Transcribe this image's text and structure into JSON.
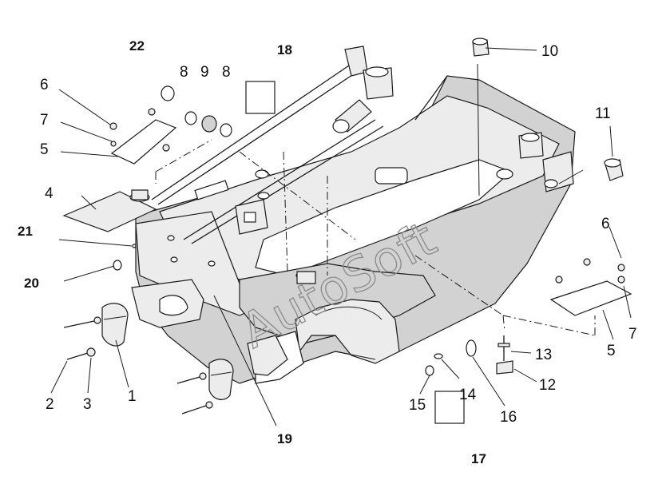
{
  "watermark": "AutoSoft",
  "callouts": {
    "c1": "1",
    "c2": "2",
    "c3": "3",
    "c4": "4",
    "c5a": "5",
    "c5b": "5",
    "c6a": "6",
    "c6b": "6",
    "c7a": "7",
    "c7b": "7",
    "c8a": "8",
    "c8b": "8",
    "c9": "9",
    "c10": "10",
    "c11": "11",
    "c12": "12",
    "c13": "13",
    "c14": "14",
    "c15": "15",
    "c16": "16",
    "c17": "17",
    "c18": "18",
    "c19": "19",
    "c20": "20",
    "c21": "21",
    "c22": "22"
  }
}
